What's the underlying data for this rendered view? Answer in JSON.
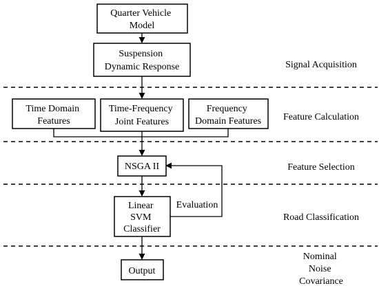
{
  "boxes": {
    "quarter_vehicle_model": [
      "Quarter Vehicle",
      "Model"
    ],
    "suspension_response": [
      "Suspension",
      "Dynamic Response"
    ],
    "time_domain": [
      "Time Domain",
      "Features"
    ],
    "time_frequency": [
      "Time-Frequency",
      "Joint Features"
    ],
    "frequency_domain": [
      "Frequency",
      "Domain Features"
    ],
    "nsga": [
      "NSGA II"
    ],
    "svm": [
      "Linear",
      "SVM",
      "Classifier"
    ],
    "output": [
      "Output"
    ]
  },
  "edge_labels": {
    "evaluation": "Evaluation"
  },
  "stages": {
    "signal_acquisition": [
      "Signal Acquisition"
    ],
    "feature_calculation": [
      "Feature Calculation"
    ],
    "feature_selection": [
      "Feature Selection"
    ],
    "road_classification": [
      "Road Classification"
    ],
    "noise": [
      "Nominal",
      "Noise",
      "Covariance"
    ]
  }
}
